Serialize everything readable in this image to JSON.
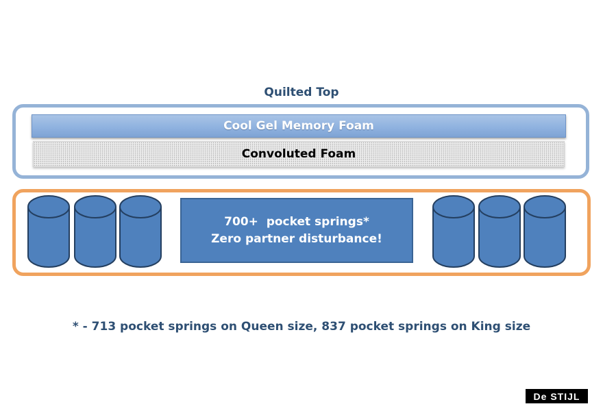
{
  "diagram": {
    "quilted_label": "Quilted Top",
    "layers": {
      "gel": "Cool Gel Memory Foam",
      "convoluted": "Convoluted Foam"
    },
    "springs": {
      "line1": "700+  pocket springs*",
      "line2": "Zero partner disturbance!"
    },
    "footnote": "* - 713 pocket springs on Queen size, 837 pocket springs on King size"
  },
  "brand": "De STIJL",
  "colors": {
    "top_frame": "#95b3d7",
    "spring_frame": "#f0a35e",
    "gel_layer": "#8eb1df",
    "spring_fill": "#4f81bd",
    "text_dark": "#2e4f73"
  }
}
